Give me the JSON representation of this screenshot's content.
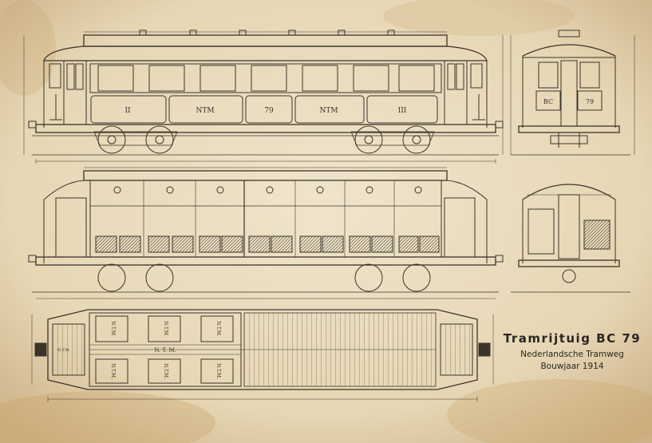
{
  "title_block": {
    "title": "Tramrijtuig BC 79",
    "subtitle": "Nederlandsche Tramweg",
    "build_year": "Bouwjaar 1914"
  },
  "side_view": {
    "class_marks": [
      "II",
      "III"
    ],
    "company_marks": [
      "NTM",
      "NTM"
    ],
    "car_number": "79"
  },
  "end_view": {
    "class_code": "BC",
    "car_number": "79"
  },
  "floor_plan": {
    "floor_marks": [
      "N.T.M.",
      "N.T.M.",
      "N.T.M.",
      "N.T.M.",
      "N.T.M.",
      "N.T.M.",
      "N.T.M."
    ],
    "center_mark": "N. T. M."
  },
  "colors": {
    "paper": "#e9dcc0",
    "ink": "#3a342a",
    "stain": "#c9a46a"
  }
}
